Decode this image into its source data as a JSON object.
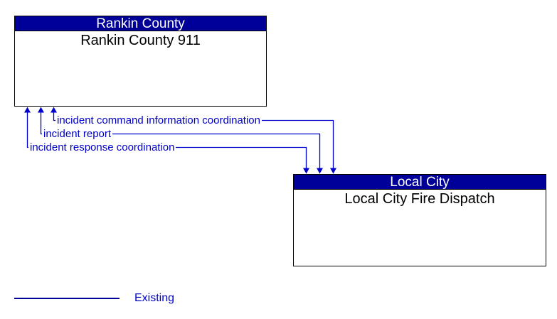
{
  "diagram": {
    "boxes": [
      {
        "id": "rankin-county-911",
        "header": "Rankin County",
        "label": "Rankin County 911"
      },
      {
        "id": "local-city-fire-dispatch",
        "header": "Local City",
        "label": "Local City Fire Dispatch"
      }
    ],
    "flows": [
      {
        "label": "incident command information coordination",
        "from": "Rankin County 911",
        "to": "Local City Fire Dispatch",
        "direction": "bidirectional",
        "status": "existing"
      },
      {
        "label": "incident report",
        "from": "Rankin County 911",
        "to": "Local City Fire Dispatch",
        "direction": "bidirectional",
        "status": "existing"
      },
      {
        "label": "incident response coordination",
        "from": "Rankin County 911",
        "to": "Local City Fire Dispatch",
        "direction": "bidirectional",
        "status": "existing"
      }
    ]
  },
  "legend": {
    "items": [
      {
        "label": "Existing"
      }
    ]
  },
  "colors": {
    "header_fill": "#000099",
    "header_text": "#FFFFFF",
    "flow_blue": "#0000CC",
    "legend_line": "#000099",
    "box_border": "#000000",
    "box_fill": "#FFFFFF"
  }
}
